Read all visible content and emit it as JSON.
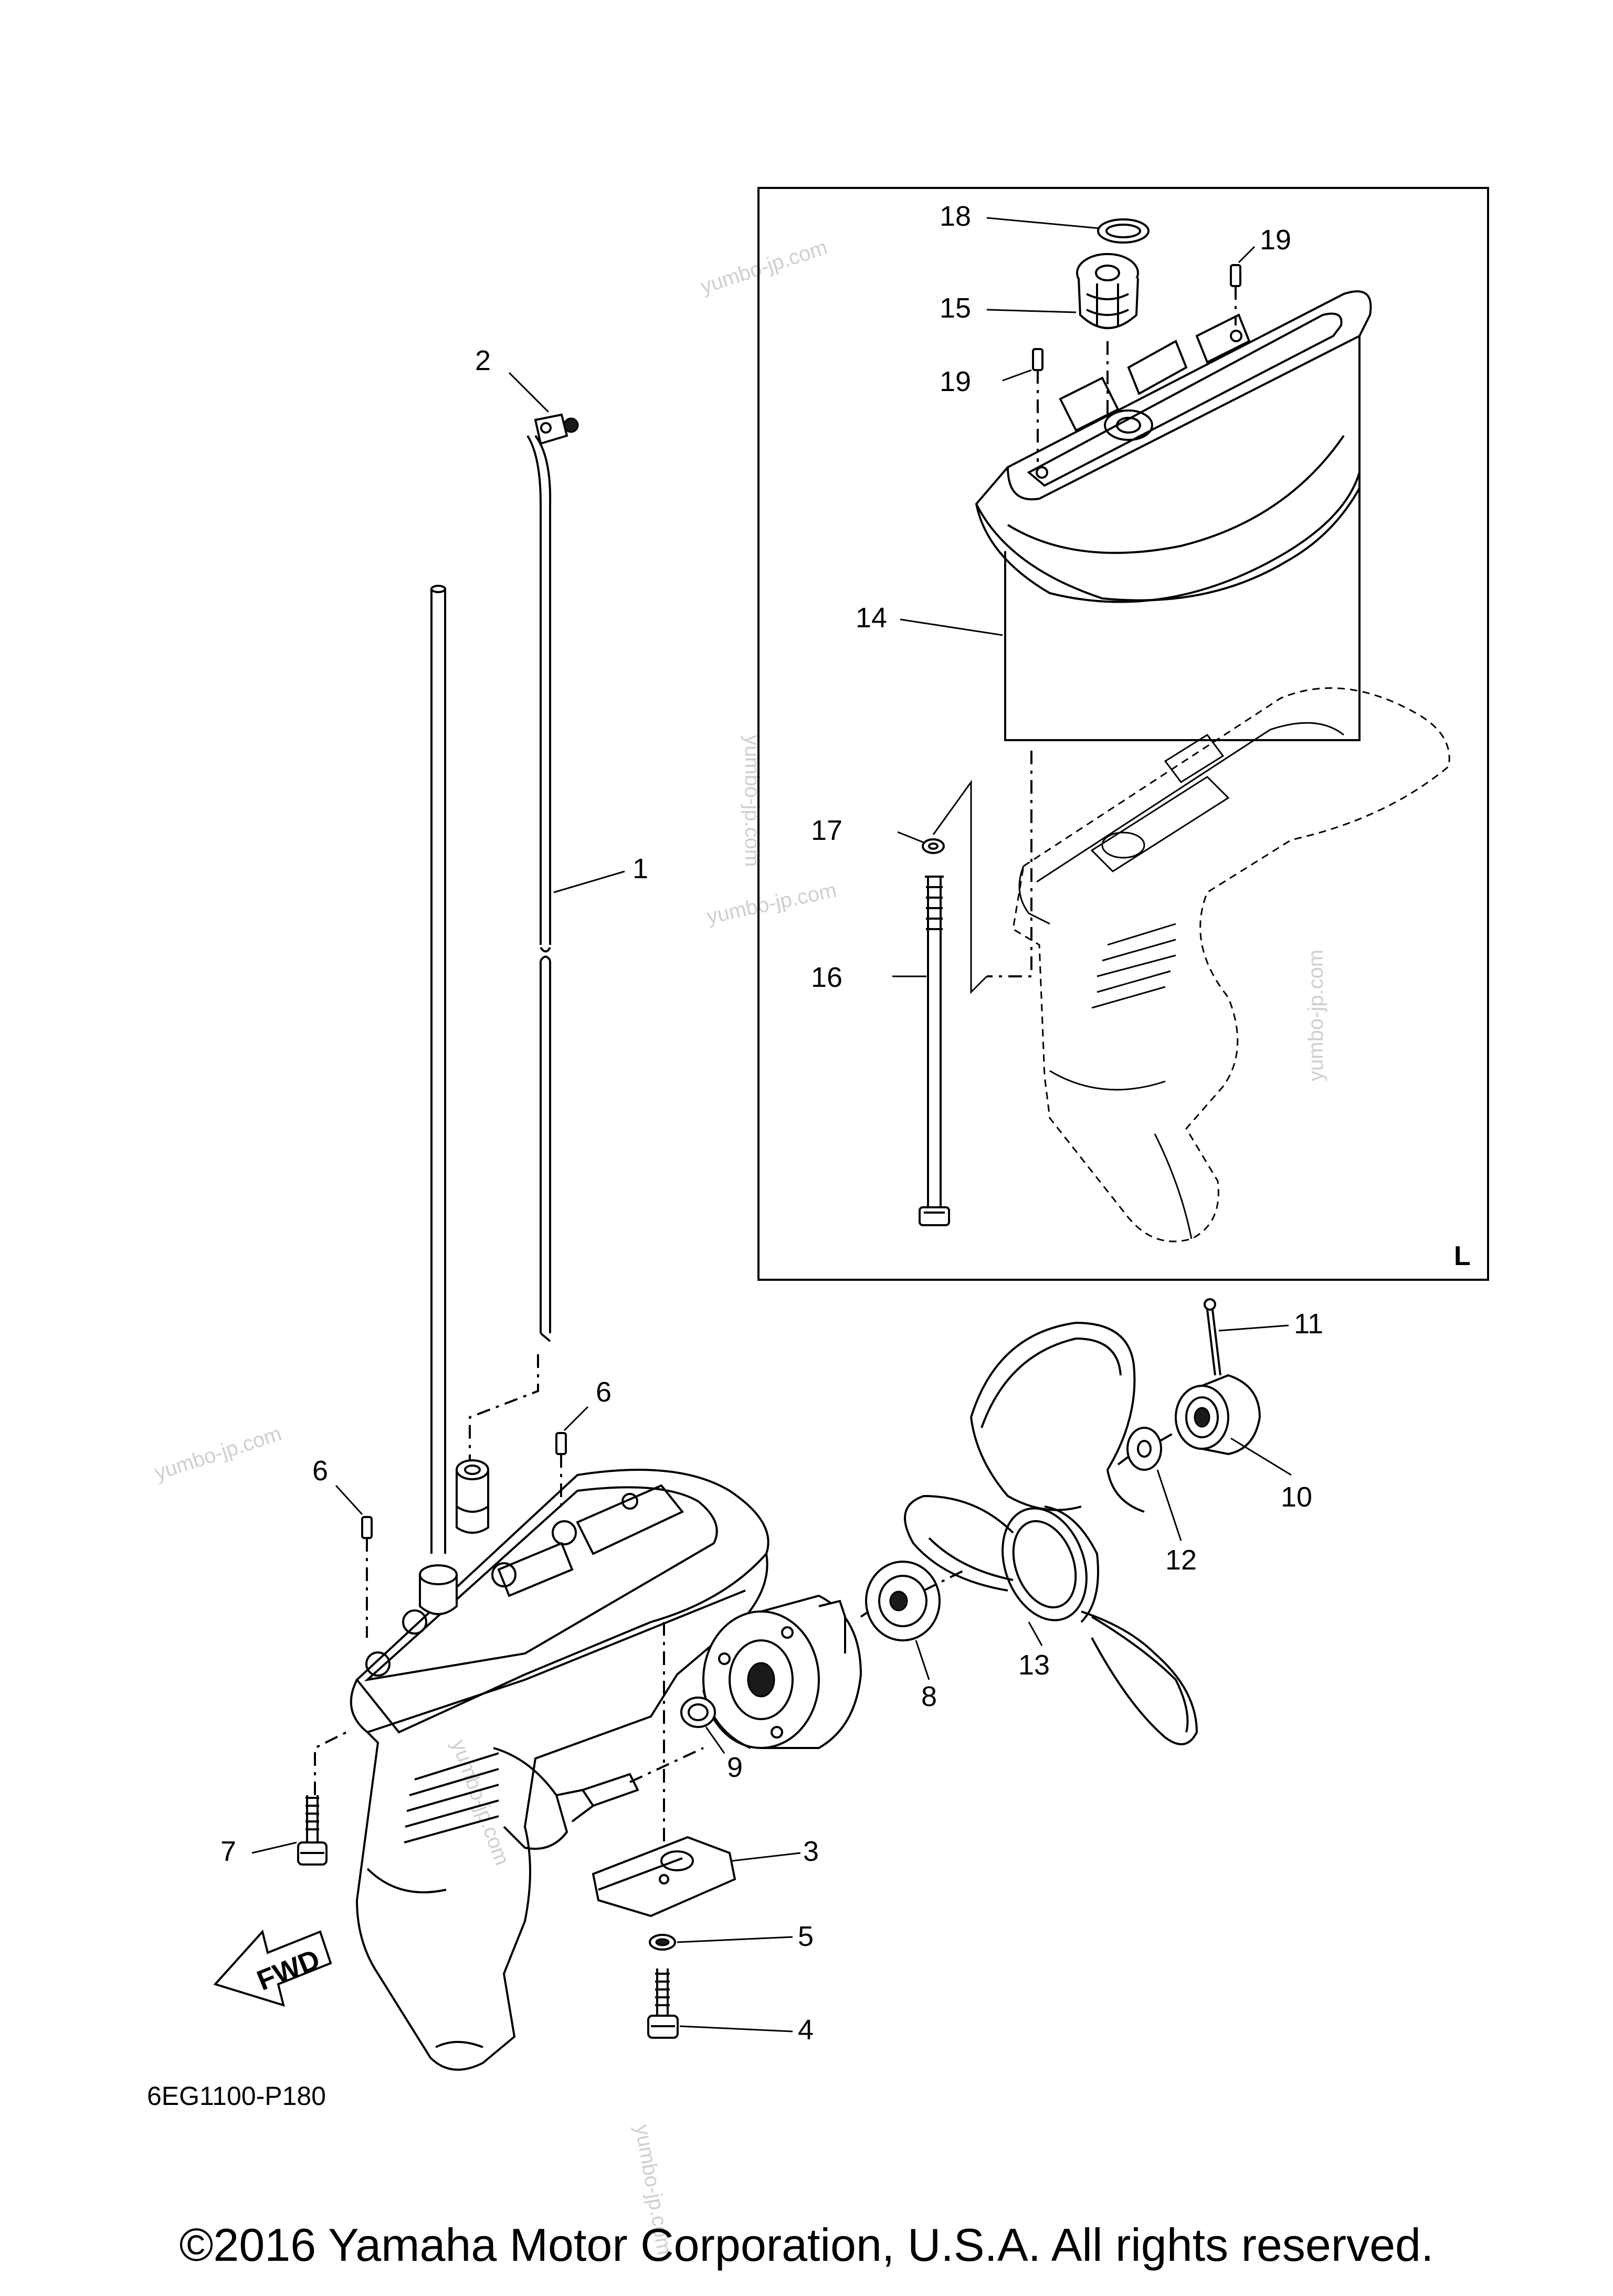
{
  "diagram": {
    "code": "6EG1100-P180",
    "inset_tag": "L",
    "fwd_label": "FWD",
    "copyright": "©2016 Yamaha Motor Corporation, U.S.A. All rights reserved.",
    "watermark": "yumbo-jp.com",
    "callouts": {
      "c1": "1",
      "c2": "2",
      "c3": "3",
      "c4": "4",
      "c5": "5",
      "c6a": "6",
      "c6b": "6",
      "c7": "7",
      "c8": "8",
      "c9": "9",
      "c10": "10",
      "c11": "11",
      "c12": "12",
      "c13": "13",
      "c14": "14",
      "c15": "15",
      "c16": "16",
      "c17": "17",
      "c18": "18",
      "c19a": "19",
      "c19b": "19"
    }
  }
}
